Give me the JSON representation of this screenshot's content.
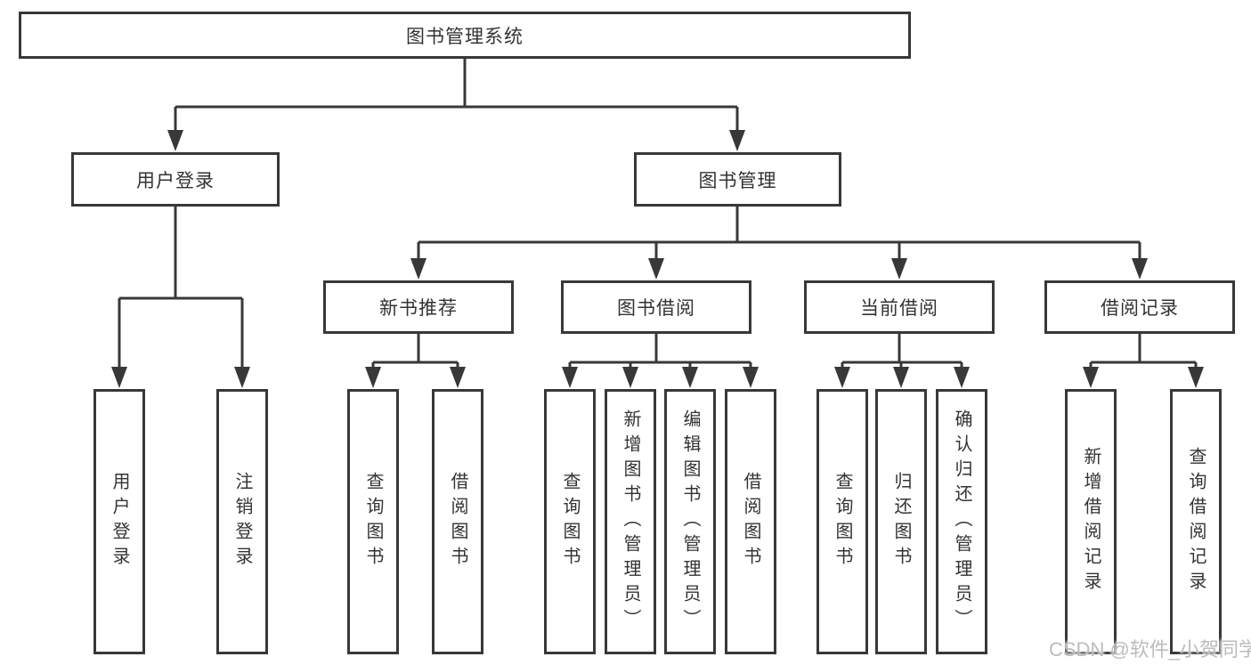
{
  "diagram": {
    "root": {
      "label": "图书管理系统"
    },
    "branches": [
      {
        "label": "用户登录",
        "children": [
          {
            "label": "用户登录"
          },
          {
            "label": "注销登录"
          }
        ]
      },
      {
        "label": "图书管理",
        "children": [
          {
            "label": "新书推荐",
            "children": [
              {
                "label": "查询图书"
              },
              {
                "label": "借阅图书"
              }
            ]
          },
          {
            "label": "图书借阅",
            "children": [
              {
                "label": "查询图书"
              },
              {
                "label": "新增图书（管理员）"
              },
              {
                "label": "编辑图书（管理员）"
              },
              {
                "label": "借阅图书"
              }
            ]
          },
          {
            "label": "当前借阅",
            "children": [
              {
                "label": "查询图书"
              },
              {
                "label": "归还图书"
              },
              {
                "label": "确认归还（管理员）"
              }
            ]
          },
          {
            "label": "借阅记录",
            "children": [
              {
                "label": "新增借阅记录"
              },
              {
                "label": "查询借阅记录"
              }
            ]
          }
        ]
      }
    ],
    "watermark": "CSDN @软件_小贺同学",
    "colors": {
      "line": "#383838",
      "text": "#333333",
      "watermark": "#bcbcbc",
      "background": "#ffffff"
    }
  }
}
